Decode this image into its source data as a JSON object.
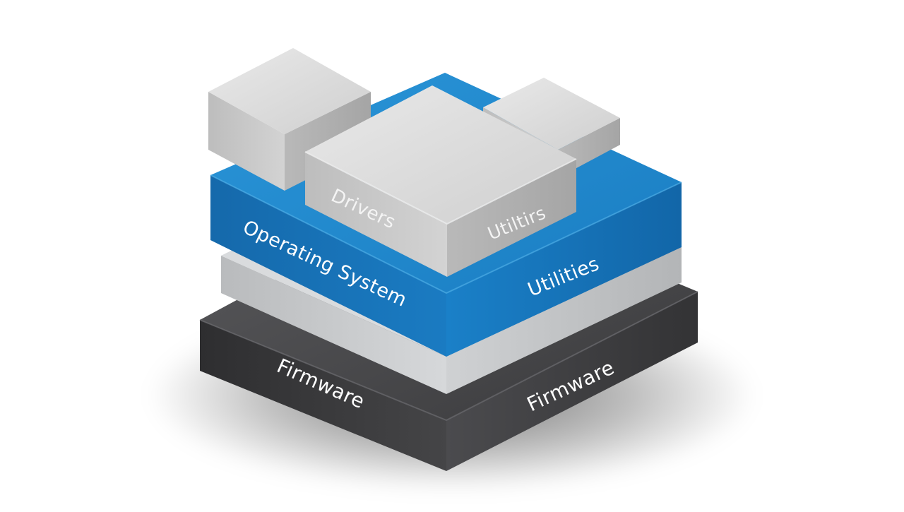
{
  "diagram": {
    "colors": {
      "background": "#ffffff",
      "firmware": "#3c3c3e",
      "spacer": "#c4c6c8",
      "operating_system": "#1577be",
      "module": "#c7c7c7",
      "label_light": "#ffffff",
      "label_dark": "#f2f2f2"
    },
    "layers": {
      "firmware": {
        "left_label": "Firmware",
        "right_label": "Firmware"
      },
      "operating_system": {
        "left_label": "Operating System",
        "right_label": "Utilities"
      }
    },
    "modules": {
      "drivers_label": "Drivers",
      "utilities_label": "Utiltirs"
    }
  }
}
